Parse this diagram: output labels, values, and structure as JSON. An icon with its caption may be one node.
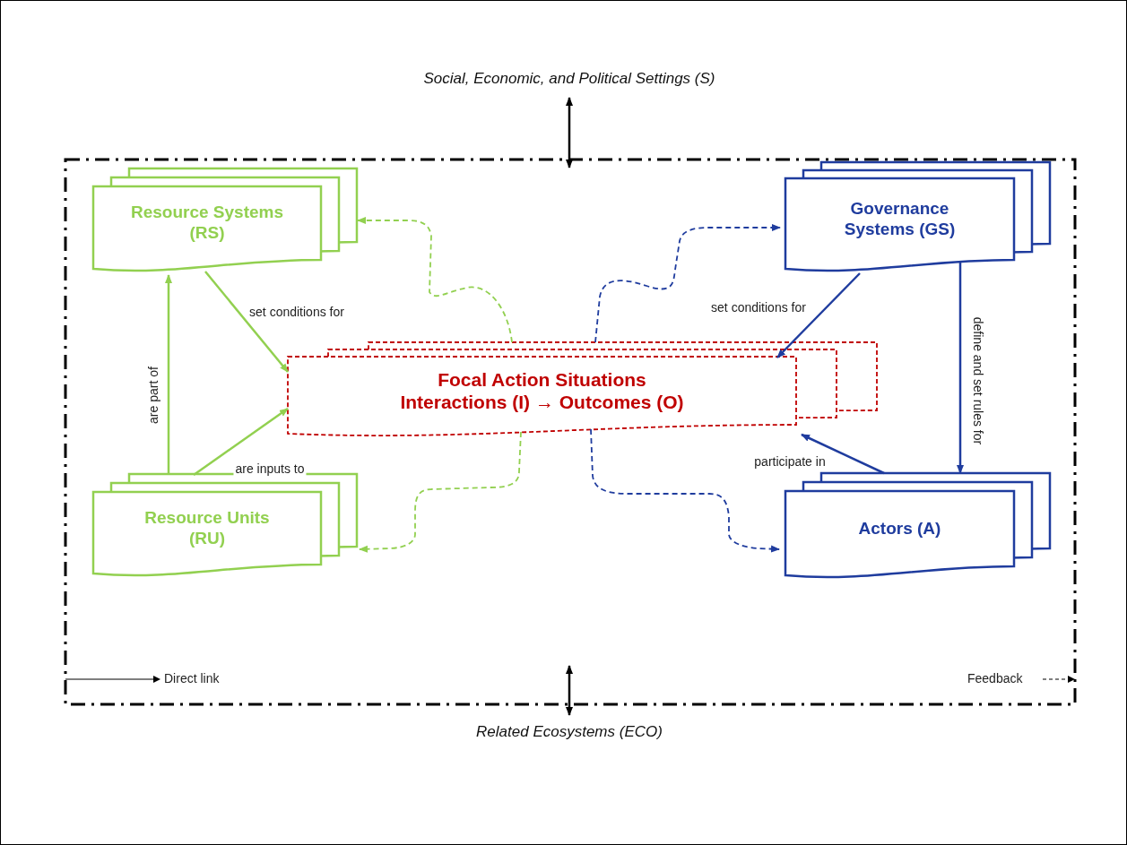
{
  "diagram": {
    "nodes": [
      {
        "text": [
          "Social, Economic, and Political Settings (S)"
        ]
      },
      {
        "text": [],
        "shape": "box"
      },
      {
        "text": [
          "Resource Systems (RS)"
        ],
        "in": 1
      },
      {
        "text": [
          "Governance Systems (GS)"
        ],
        "in": 1
      },
      {
        "text": [
          "Focal Action Situations",
          "Interactions (I) → Outcomes (O)"
        ],
        "in": 1
      },
      {
        "text": [
          "Resource Units (RU)"
        ],
        "in": 1
      },
      {
        "text": [
          "Actors (A)"
        ],
        "in": 1
      },
      {
        "text": [
          "Related Ecosystems (ECO)"
        ]
      }
    ],
    "edges": [
      {
        "from": 0,
        "to": 1,
        "arrow": "both",
        "color": "#000000"
      },
      {
        "from": 7,
        "to": 1,
        "arrow": "both",
        "color": "#000000"
      },
      {
        "from": 2,
        "to": 4,
        "arrow": "to",
        "label": "set conditions for",
        "color": "#92d050"
      },
      {
        "from": 3,
        "to": 4,
        "arrow": "to",
        "label": "set conditions for",
        "color": "#1f3c9e"
      },
      {
        "from": 5,
        "to": 2,
        "arrow": "to",
        "label": "are  part of",
        "color": "#92d050"
      },
      {
        "from": 5,
        "to": 4,
        "arrow": "to",
        "label": "are inputs to",
        "color": "#92d050"
      },
      {
        "from": 3,
        "to": 6,
        "arrow": "to",
        "label": "define and set rules for",
        "color": "#1f3c9e"
      },
      {
        "from": 6,
        "to": 4,
        "arrow": "to",
        "label": "participate in",
        "color": "#1f3c9e"
      },
      {
        "from": 4,
        "to": 2,
        "arrow": "to",
        "style": "dashed",
        "color": "#92d050"
      },
      {
        "from": 4,
        "to": 3,
        "arrow": "to",
        "style": "dashed",
        "color": "#1f3c9e"
      },
      {
        "from": 4,
        "to": 5,
        "arrow": "to",
        "style": "dashed",
        "color": "#92d050"
      },
      {
        "from": 4,
        "to": 6,
        "arrow": "to",
        "style": "dashed",
        "color": "#1f3c9e"
      }
    ],
    "legend": [
      {
        "text": "Direct link"
      },
      {
        "text": "Feedback"
      }
    ]
  }
}
